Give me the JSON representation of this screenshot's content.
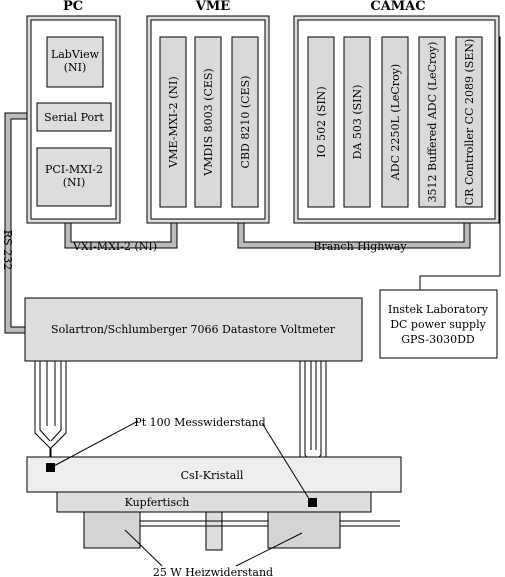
{
  "groups": {
    "pc": "PC",
    "vme": "VME",
    "camac": "CAMAC"
  },
  "pc": {
    "labview_line1": "LabView",
    "labview_line2": "(NI)",
    "serial_port": "Serial Port",
    "pci_line1": "PCI-MXI-2",
    "pci_line2": "(NI)"
  },
  "vme": {
    "cards": [
      "VME-MXI-2 (NI)",
      "VMDIS 8003 (CES)",
      "CBD 8210 (CES)"
    ]
  },
  "camac": {
    "cards": [
      "IO 502 (SIN)",
      "DA 503 (SIN)",
      "ADC 2250L (LeCroy)",
      "3512 Buffered ADC (LeCroy)",
      "CR Controller CC 2089 (SEN)"
    ]
  },
  "links": {
    "rs232": "RS 232",
    "vxi": "VXI-MXI-2 (NI)",
    "branch": "Branch Highway"
  },
  "voltmeter": "Solartron/Schlumberger 7066 Datastore Voltmeter",
  "power_supply": {
    "line1": "Instek Laboratory",
    "line2": "DC power supply",
    "line3": "GPS-3030DD"
  },
  "sensor_label": "Pt 100 Messwiderstand",
  "crystal": "CsI-Kristall",
  "table": "Kupfertisch",
  "heater_label": "25 W Heizwiderstand",
  "colors": {
    "panel": "#dddddd",
    "card": "#d9d9d9",
    "crystal": "#eeeeee",
    "wire": "#bbbbbb",
    "stroke": "#000000"
  }
}
